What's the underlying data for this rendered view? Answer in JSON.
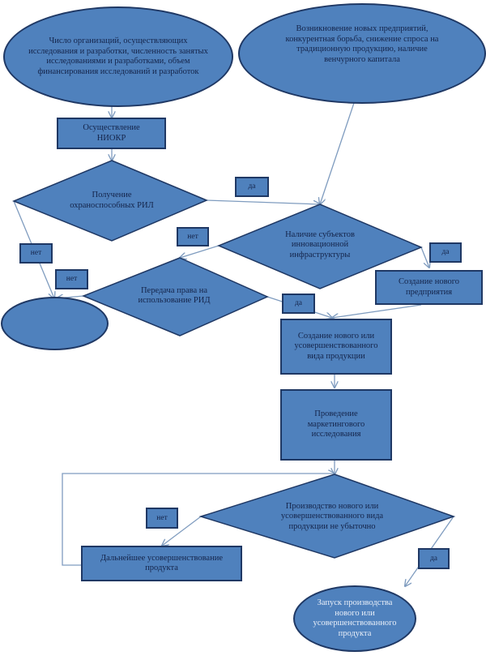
{
  "colors": {
    "fill": "#4f81bd",
    "border": "#1f3864",
    "connector": "#7f9cbf",
    "text": "#14244a"
  },
  "nodes": {
    "org_count": "Число организаций, осуществляющих исследования и разработки, численность занятых исследованиями и разработками, объем финансирования исследований и разработок",
    "new_enterprises": "Возникновение новых предприятий, конкурентная борьба, снижение спроса на традиционную продукцию, наличие венчурного капитала",
    "niokr": "Осуществление НИОКР",
    "protectable_ril": "Получение охраноспособных РИЛ",
    "infrastructure": "Наличие субъектов инновационной инфраструктуры",
    "new_enterprise_creation": "Создание нового предприятия",
    "rights_transfer": "Передача права на использование РИД",
    "end_empty": "",
    "new_product": "Создание нового или усовершенствованного вида продукции",
    "marketing": "Проведение маркетингового исследования",
    "profitable": "Производство нового или усовершенствованного вида продукции не убыточно",
    "improvement": "Дальнейшее усовершенствование продукта",
    "launch": "Запуск производства нового или усовершенствованного продукта"
  },
  "labels": {
    "yes_1": "да",
    "no_1": "нет",
    "no_2": "нет",
    "yes_2": "да",
    "no_3": "нет",
    "yes_3": "да",
    "no_4": "нет",
    "yes_4": "да"
  }
}
